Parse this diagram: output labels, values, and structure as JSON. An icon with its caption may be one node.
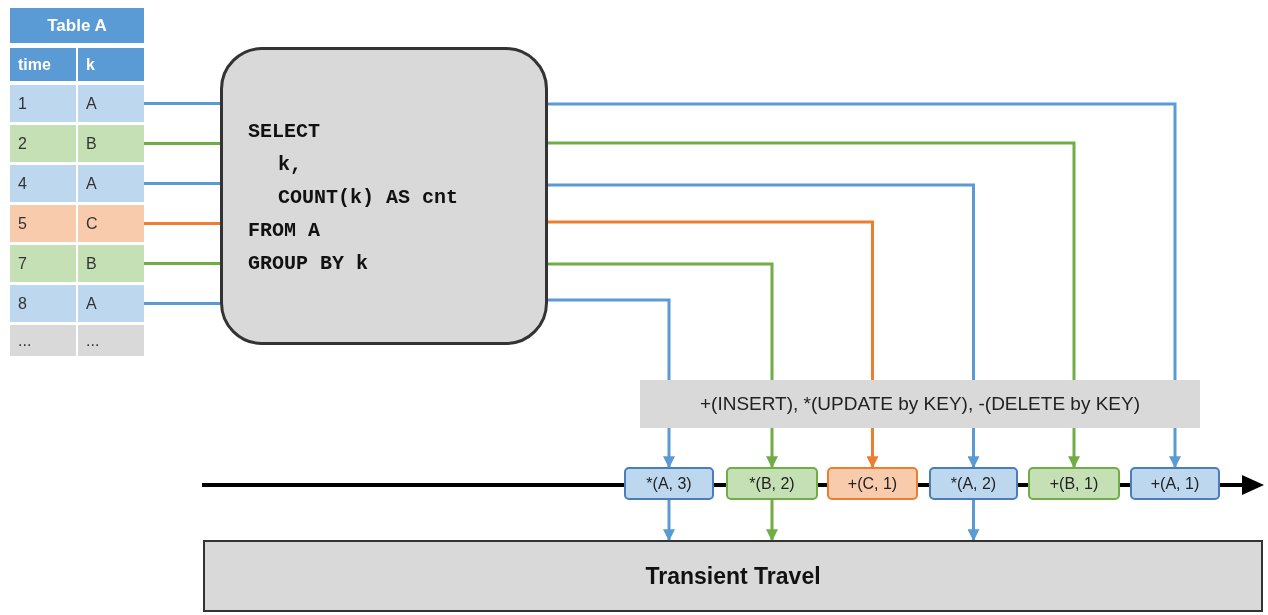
{
  "diagram": {
    "nodes": [
      {
        "text": [
          "Table A"
        ]
      },
      {
        "text": [
          "time",
          "k"
        ],
        "in": 0
      },
      {
        "text": [
          "1",
          "A"
        ],
        "in": 0
      },
      {
        "text": [
          "2",
          "B"
        ],
        "in": 0
      },
      {
        "text": [
          "4",
          "A"
        ],
        "in": 0
      },
      {
        "text": [
          "5",
          "C"
        ],
        "in": 0
      },
      {
        "text": [
          "7",
          "B"
        ],
        "in": 0
      },
      {
        "text": [
          "8",
          "A"
        ],
        "in": 0
      },
      {
        "text": [
          "...",
          "..."
        ],
        "in": 0
      },
      {
        "text": [
          "SELECT",
          "k,",
          "COUNT(k) AS cnt",
          "FROM A",
          "GROUP BY k"
        ]
      },
      {
        "text": [
          "*(A, 3)"
        ]
      },
      {
        "text": [
          "*(B, 2)"
        ]
      },
      {
        "text": [
          "+(C, 1)"
        ]
      },
      {
        "text": [
          "*(A, 2)"
        ]
      },
      {
        "text": [
          "+(B, 1)"
        ]
      },
      {
        "text": [
          "+(A, 1)"
        ]
      },
      {
        "text": [
          "Transient Travel"
        ]
      }
    ],
    "edges": [
      {
        "from": 2,
        "to": 9,
        "arrow": "none"
      },
      {
        "from": 3,
        "to": 9,
        "arrow": "none",
        "color": "#70ad47"
      },
      {
        "from": 4,
        "to": 9,
        "arrow": "none"
      },
      {
        "from": 5,
        "to": 9,
        "arrow": "none",
        "color": "#ed7d31"
      },
      {
        "from": 6,
        "to": 9,
        "arrow": "none",
        "color": "#70ad47"
      },
      {
        "from": 7,
        "to": 9,
        "arrow": "none"
      },
      {
        "from": 9,
        "to": 15,
        "arrow": "to"
      },
      {
        "from": 9,
        "to": 14,
        "arrow": "to",
        "color": "#70ad47"
      },
      {
        "from": 9,
        "to": 13,
        "arrow": "to"
      },
      {
        "from": 9,
        "to": 12,
        "arrow": "to",
        "color": "#ed7d31"
      },
      {
        "from": 9,
        "to": 11,
        "arrow": "to",
        "color": "#70ad47"
      },
      {
        "from": 9,
        "to": 10,
        "arrow": "to"
      },
      {
        "from": 10,
        "to": 16,
        "arrow": "to"
      },
      {
        "from": 11,
        "to": 16,
        "arrow": "to",
        "color": "#70ad47"
      },
      {
        "from": 13,
        "to": 16,
        "arrow": "to"
      }
    ],
    "labels": [
      "+(INSERT), *(UPDATE by KEY), -(DELETE by KEY)"
    ]
  }
}
